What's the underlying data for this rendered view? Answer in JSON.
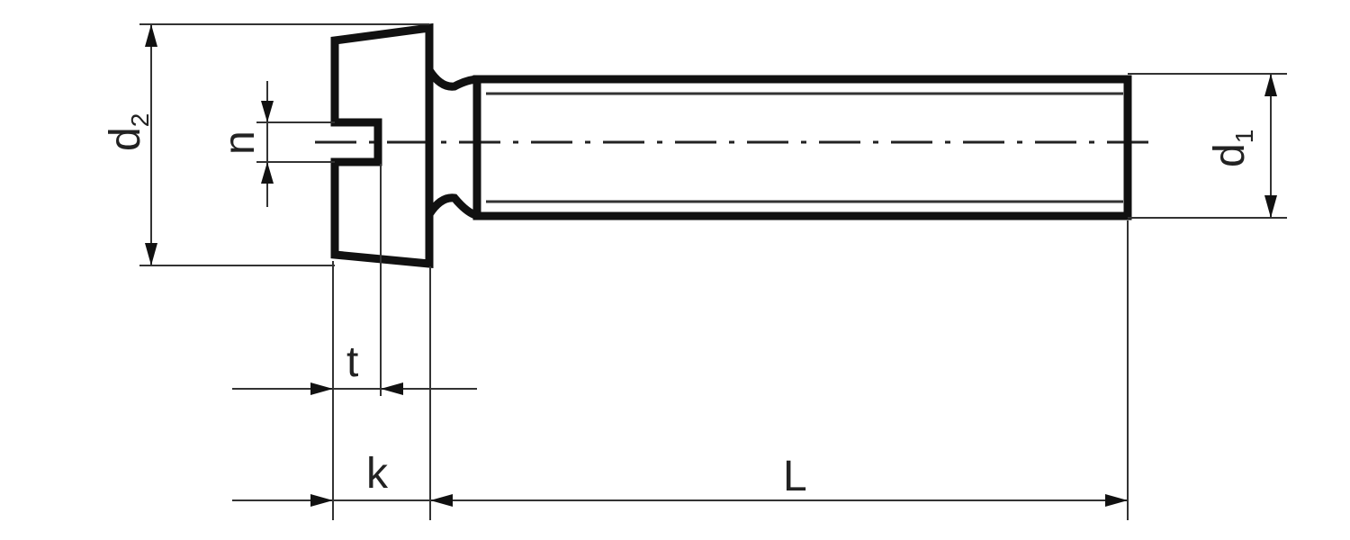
{
  "labels": {
    "d2": {
      "main": "d",
      "sub": "2"
    },
    "d1": {
      "main": "d",
      "sub": "1"
    },
    "n": "n",
    "t": "t",
    "k": "k",
    "L": "L"
  }
}
